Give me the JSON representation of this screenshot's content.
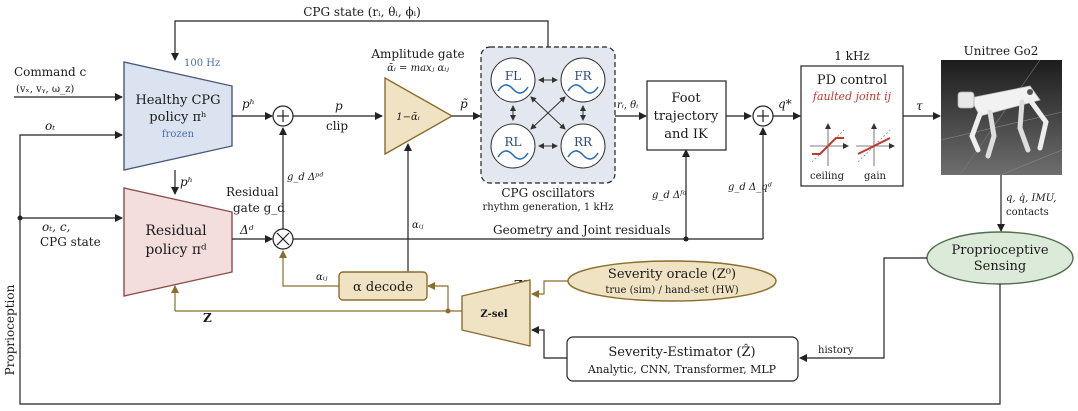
{
  "feedback": {
    "cpg_state_label": "CPG state (rᵢ, θᵢ, ϕᵢ)"
  },
  "inputs": {
    "command_label": "Command c",
    "command_vars": "(vₓ, vᵧ, ω_z)",
    "obs_label": "oₜ",
    "residual_inputs": "oₜ, c,",
    "residual_inputs2": "CPG state",
    "proprioception_label": "Proprioception"
  },
  "healthy_policy": {
    "line1": "Healthy CPG",
    "line2": "policy πʰ",
    "line3": "frozen",
    "rate": "100 Hz",
    "color": "#dbe3f1"
  },
  "residual_policy": {
    "line1": "Residual",
    "line2": "policy πᵈ",
    "color": "#f3dedd"
  },
  "signals": {
    "ph_top": "pʰ",
    "ph_down": "pʰ",
    "p": "p",
    "clip": "clip",
    "ptilde": "p̃",
    "r_theta": "rᵢ, θᵢ",
    "q_star": "q*",
    "tau": "τ",
    "delta_d": "Δᵈ",
    "gd_delta_p": "g_d Δᵖᵈ",
    "gd_delta_f": "g_d Δᶠᵈ",
    "gd_delta_q": "g_d Δ_qᵈ",
    "residual_gate_1": "Residual",
    "residual_gate_2": "gate g_d",
    "alpha_ij_up": "αᵢⱼ",
    "alpha_ij_left": "αᵢⱼ",
    "geometry_label": "Geometry and Joint residuals",
    "z_label": "Z",
    "z0_label": "Z⁰",
    "zhat_label": "Ẑ",
    "sensing_inputs_1": "q, q̇, IMU,",
    "sensing_inputs_2": "contacts",
    "history_label": "history"
  },
  "amplitude_gate": {
    "title": "Amplitude gate",
    "formula": "ᾱᵢ = maxⱼ αᵢⱼ",
    "inner": "1−ᾱᵢ",
    "color": "#efe3c4"
  },
  "cpg": {
    "oscillators": [
      "FL",
      "FR",
      "RL",
      "RR"
    ],
    "caption1": "CPG oscillators",
    "caption2": "rhythm generation, 1 kHz",
    "color": "#e3e7f0"
  },
  "foot_ik": {
    "line1": "Foot",
    "line2": "trajectory",
    "line3": "and IK"
  },
  "pd_control": {
    "rate": "1 kHz",
    "title": "PD control",
    "fault": "faulted joint ij",
    "ceiling": "ceiling",
    "gain": "gain",
    "fault_color": "#c0392b"
  },
  "robot": {
    "title": "Unitree Go2"
  },
  "sensing": {
    "line1": "Proprioceptive",
    "line2": "Sensing",
    "color": "#dcebd9"
  },
  "alpha_decode": {
    "label": "α decode",
    "color": "#efe3c4"
  },
  "z_sel": {
    "label": "Z-sel"
  },
  "oracle": {
    "line1": "Severity oracle (Z⁰)",
    "line2": "true (sim) / hand-set (HW)",
    "color": "#efe3c4"
  },
  "estimator": {
    "line1": "Severity-Estimator (Ẑ)",
    "line2": "Analytic, CNN, Transformer, MLP"
  },
  "colors": {
    "gold": "#8b6d2e",
    "dark": "#222222"
  }
}
